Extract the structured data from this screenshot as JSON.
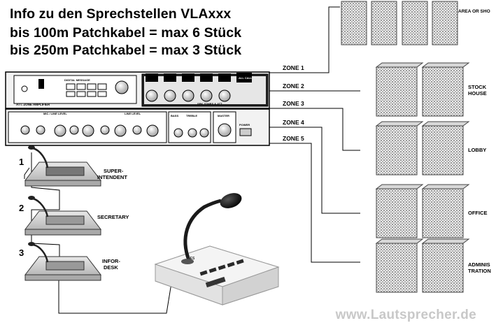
{
  "info": {
    "line1": "Info zu den Sprechstellen  VLAxxx",
    "line2": "bis 100m Patchkabel = max 6 Stück",
    "line3": "bis 250m Patchkabel = max 3 Stück"
  },
  "zones": [
    "ZONE 1",
    "ZONE 2",
    "ZONE 3",
    "ZONE 4",
    "ZONE 5"
  ],
  "areas": {
    "top": "AREA OR SHO",
    "stock_1": "STOCK",
    "stock_2": "HOUSE",
    "lobby": "LOBBY",
    "office": "OFFICE",
    "admin_1": "ADMINIS",
    "admin_2": "TRATION"
  },
  "stations": [
    {
      "number": "1",
      "label_1": "SUPER-",
      "label_2": "INTENDENT"
    },
    {
      "number": "2",
      "label_1": "SECRETARY",
      "label_2": ""
    },
    {
      "number": "3",
      "label_1": "INFOR-",
      "label_2": "DESK"
    }
  ],
  "amplifier": {
    "title": "ATT. ZONE AMPLIFIER",
    "digital_message": "DIGITAL MESSAGE",
    "all_call": "ALL CALL",
    "spk_zones": "SPK ZONES & ATT",
    "mic_line_level": "MIC / LINE LEVEL",
    "line_level": "LINE LEVEL",
    "bass": "BASS",
    "treble": "TREBLE",
    "master": "MASTER",
    "power": "POWER"
  },
  "console_brand": "RES",
  "watermark": "www.Lautsprecher.de"
}
